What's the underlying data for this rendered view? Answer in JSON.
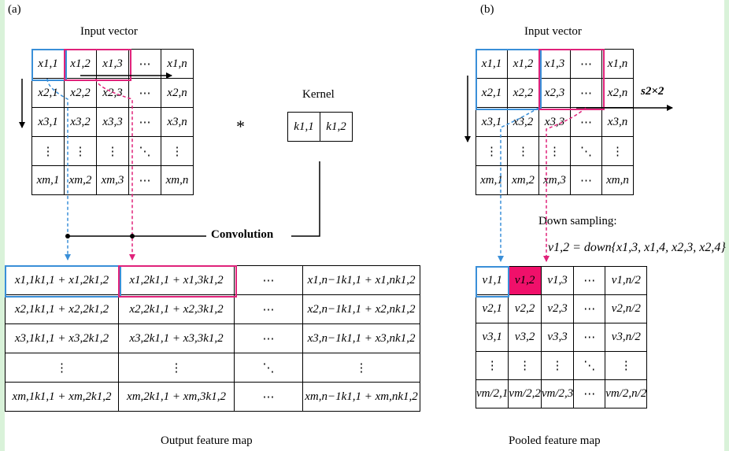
{
  "panel_a": {
    "label": "(a)",
    "input_title": "Input vector",
    "input_rows": [
      [
        "x1,1",
        "x1,2",
        "x1,3",
        "⋯",
        "x1,n"
      ],
      [
        "x2,1",
        "x2,2",
        "x2,3",
        "⋯",
        "x2,n"
      ],
      [
        "x3,1",
        "x3,2",
        "x3,3",
        "⋯",
        "x3,n"
      ],
      [
        "⋮",
        "⋮",
        "⋮",
        "⋱",
        "⋮"
      ],
      [
        "xm,1",
        "xm,2",
        "xm,3",
        "⋯",
        "xm,n"
      ]
    ],
    "operator": "*",
    "kernel_title": "Kernel",
    "kernel": [
      "k1,1",
      "k1,2"
    ],
    "convolution_label": "Convolution",
    "output_rows": [
      [
        "x1,1k1,1 + x1,2k1,2",
        "x1,2k1,1 + x1,3k1,2",
        "⋯",
        "x1,n−1k1,1 + x1,nk1,2"
      ],
      [
        "x2,1k1,1 + x2,2k1,2",
        "x2,2k1,1 + x2,3k1,2",
        "⋯",
        "x2,n−1k1,1 + x2,nk1,2"
      ],
      [
        "x3,1k1,1 + x3,2k1,2",
        "x3,2k1,1 + x3,3k1,2",
        "⋯",
        "x3,n−1k1,1 + x3,nk1,2"
      ],
      [
        "⋮",
        "⋮",
        "⋱",
        "⋮"
      ],
      [
        "xm,1k1,1 + xm,2k1,2",
        "xm,2k1,1 + xm,3k1,2",
        "⋯",
        "xm,n−1k1,1 + xm,nk1,2"
      ]
    ],
    "output_title": "Output feature map"
  },
  "panel_b": {
    "label": "(b)",
    "input_title": "Input vector",
    "input_rows": [
      [
        "x1,1",
        "x1,2",
        "x1,3",
        "⋯",
        "x1,n"
      ],
      [
        "x2,1",
        "x2,2",
        "x2,3",
        "⋯",
        "x2,n"
      ],
      [
        "x3,1",
        "x3,2",
        "x3,3",
        "⋯",
        "x3,n"
      ],
      [
        "⋮",
        "⋮",
        "⋮",
        "⋱",
        "⋮"
      ],
      [
        "xm,1",
        "xm,2",
        "xm,3",
        "⋯",
        "xm,n"
      ]
    ],
    "stride_label": "s2×2",
    "down_sampling_label": "Down sampling:",
    "down_formula": "v1,2 = down{x1,3, x1,4, x2,3, x2,4}",
    "pooled_rows": [
      [
        "v1,1",
        "v1,2",
        "v1,3",
        "⋯",
        "v1,n/2"
      ],
      [
        "v2,1",
        "v2,2",
        "v2,3",
        "⋯",
        "v2,n/2"
      ],
      [
        "v3,1",
        "v3,2",
        "v3,3",
        "⋯",
        "v3,n/2"
      ],
      [
        "⋮",
        "⋮",
        "⋮",
        "⋱",
        "⋮"
      ],
      [
        "vm/2,1",
        "vm/2,2",
        "vm/2,3",
        "⋯",
        "vm/2,n/2"
      ]
    ],
    "pooled_title": "Pooled feature map"
  },
  "colors": {
    "background": "#d9f2d9",
    "blue": "#3a8fd8",
    "magenta": "#e0227a",
    "pooled_highlight": "#f0106a"
  }
}
